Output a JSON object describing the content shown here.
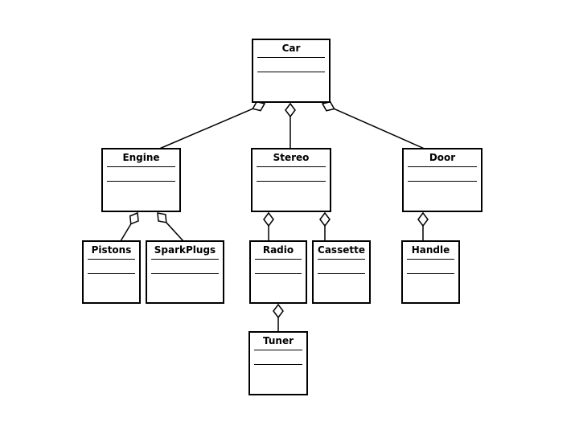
{
  "diagram": {
    "classes": [
      {
        "id": "car",
        "name": "Car"
      },
      {
        "id": "engine",
        "name": "Engine"
      },
      {
        "id": "stereo",
        "name": "Stereo"
      },
      {
        "id": "door",
        "name": "Door"
      },
      {
        "id": "pistons",
        "name": "Pistons"
      },
      {
        "id": "sparkplugs",
        "name": "SparkPlugs"
      },
      {
        "id": "radio",
        "name": "Radio"
      },
      {
        "id": "cassette",
        "name": "Cassette"
      },
      {
        "id": "handle",
        "name": "Handle"
      },
      {
        "id": "tuner",
        "name": "Tuner"
      }
    ],
    "relationships": [
      {
        "whole": "car",
        "part": "engine",
        "type": "aggregation"
      },
      {
        "whole": "car",
        "part": "stereo",
        "type": "aggregation"
      },
      {
        "whole": "car",
        "part": "door",
        "type": "aggregation"
      },
      {
        "whole": "engine",
        "part": "pistons",
        "type": "aggregation"
      },
      {
        "whole": "engine",
        "part": "sparkplugs",
        "type": "aggregation"
      },
      {
        "whole": "stereo",
        "part": "radio",
        "type": "aggregation"
      },
      {
        "whole": "stereo",
        "part": "cassette",
        "type": "aggregation"
      },
      {
        "whole": "door",
        "part": "handle",
        "type": "aggregation"
      },
      {
        "whole": "radio",
        "part": "tuner",
        "type": "aggregation"
      }
    ]
  }
}
